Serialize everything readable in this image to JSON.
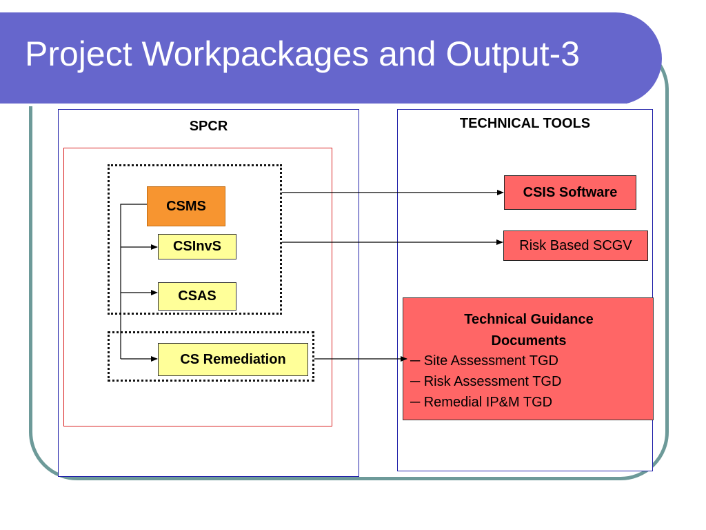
{
  "slide": {
    "title": "Project Workpackages and Output-3"
  },
  "left_panel": {
    "heading": "SPCR",
    "boxes": {
      "csms": "CSMS",
      "csinvs": "CSInvS",
      "csas": "CSAS",
      "cs_remediation": "CS Remediation"
    }
  },
  "right_panel": {
    "heading": "TECHNICAL TOOLS",
    "csis_software": "CSIS Software",
    "risk_based_scgv": "Risk Based SCGV",
    "technical_guidance": {
      "title_line1": "Technical Guidance",
      "title_line2": "Documents",
      "items": [
        "─ Site Assessment TGD",
        "─ Risk Assessment TGD",
        "─ Remedial IP&M TGD"
      ]
    }
  },
  "colors": {
    "title_bar": "#6666cc",
    "frame": "#6d9a99",
    "panel_border": "#1f1fa8",
    "red_frame": "#d92020",
    "yellow_box": "#ffff99",
    "orange_box": "#f79530",
    "pink_box": "#ff6666"
  }
}
